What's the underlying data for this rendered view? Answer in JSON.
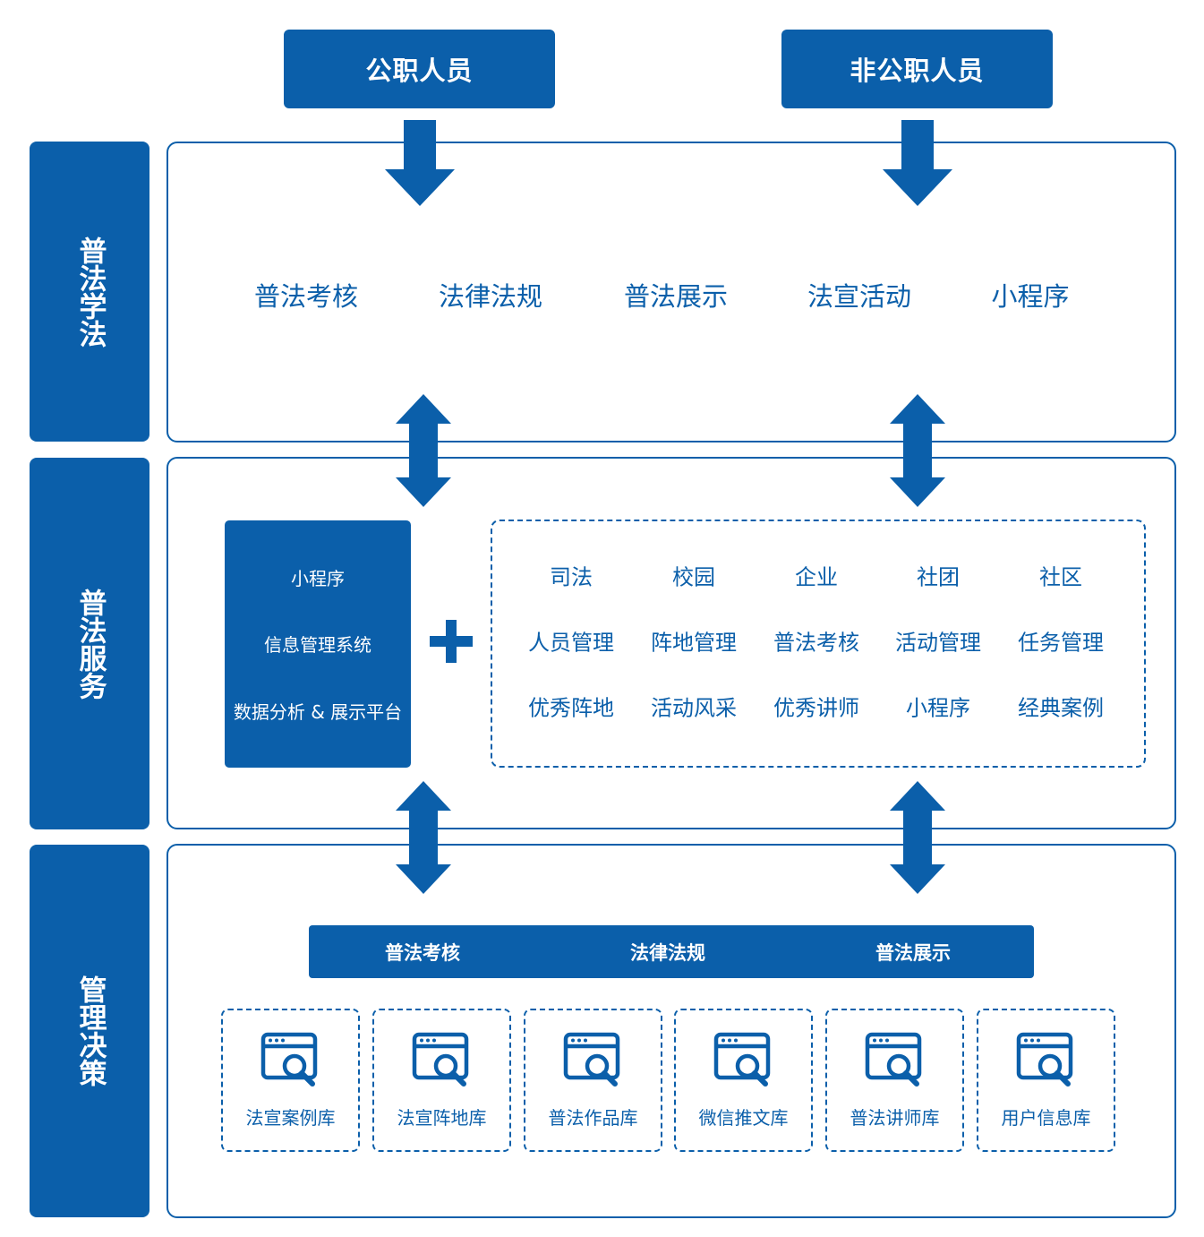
{
  "top": {
    "left_label": "公职人员",
    "right_label": "非公职人员"
  },
  "side": {
    "s1": "普法学法",
    "s2": "普法服务",
    "s3": "管理决策"
  },
  "panel1": {
    "items": [
      "普法考核",
      "法律法规",
      "普法展示",
      "法宣活动",
      "小程序"
    ]
  },
  "panel2": {
    "system": {
      "line1": "小程序",
      "line2": "信息管理系统",
      "line3": "数据分析 & 展示平台"
    },
    "plus_symbol": "+",
    "grid": [
      [
        "司法",
        "校园",
        "企业",
        "社团",
        "社区"
      ],
      [
        "人员管理",
        "阵地管理",
        "普法考核",
        "活动管理",
        "任务管理"
      ],
      [
        "优秀阵地",
        "活动风采",
        "优秀讲师",
        "小程序",
        "经典案例"
      ]
    ]
  },
  "panel3": {
    "bar_items": [
      "普法考核",
      "法律法规",
      "普法展示"
    ],
    "libraries": [
      {
        "label": "法宣案例库",
        "icon": "browser-search-icon"
      },
      {
        "label": "法宣阵地库",
        "icon": "browser-search-icon"
      },
      {
        "label": "普法作品库",
        "icon": "browser-search-icon"
      },
      {
        "label": "微信推文库",
        "icon": "browser-search-icon"
      },
      {
        "label": "普法讲师库",
        "icon": "browser-search-icon"
      },
      {
        "label": "用户信息库",
        "icon": "browser-search-icon"
      }
    ]
  },
  "colors": {
    "primary": "#0b5faa",
    "background": "#ffffff"
  }
}
